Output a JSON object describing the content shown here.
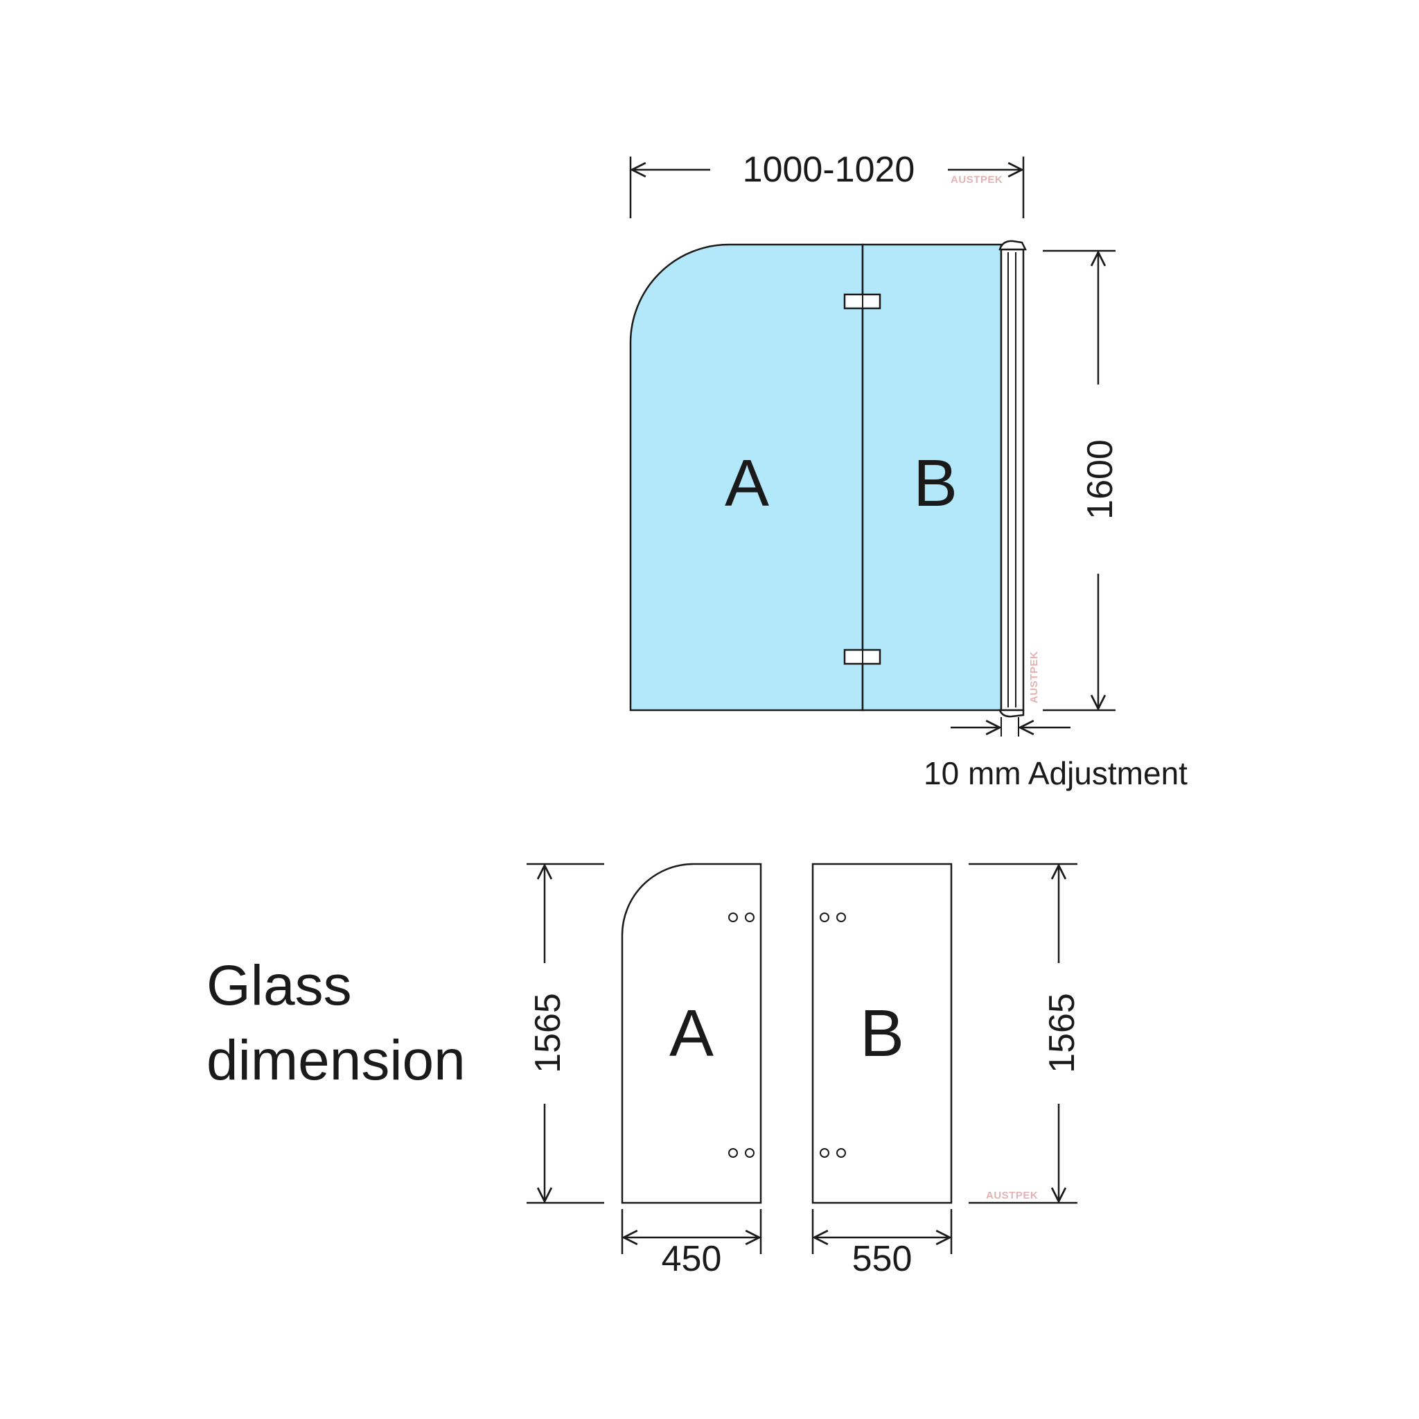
{
  "assembly": {
    "width_label": "1000-1020",
    "height_label": "1600",
    "panel_a_label": "A",
    "panel_b_label": "B",
    "adjustment_label": "10 mm Adjustment",
    "glass_color": "#b3e8fa"
  },
  "glass_dimension": {
    "title_line1": "Glass",
    "title_line2": "dimension",
    "panel_a": {
      "label": "A",
      "width": "450",
      "height": "1565"
    },
    "panel_b": {
      "label": "B",
      "width": "550",
      "height": "1565"
    }
  },
  "watermark": "AUSTPEK"
}
